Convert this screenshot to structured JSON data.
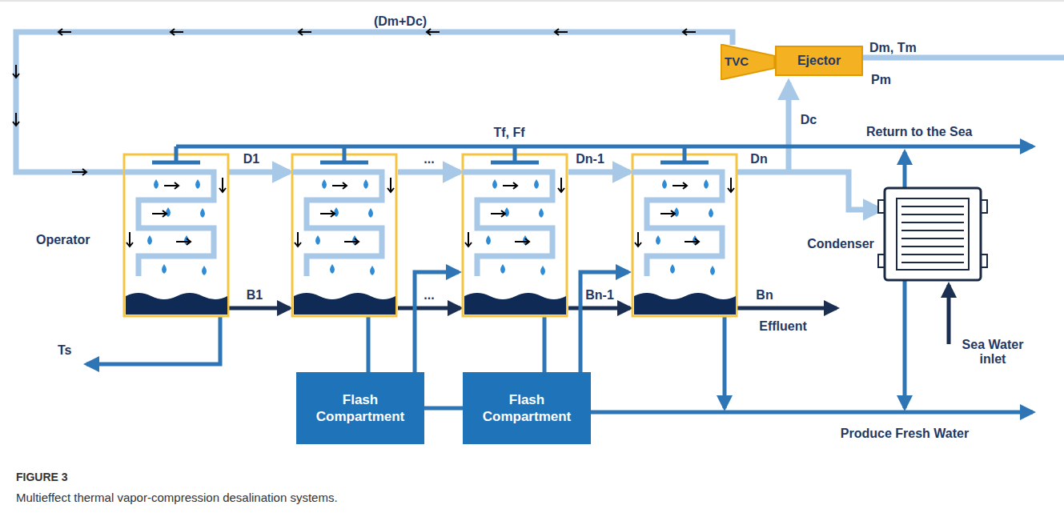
{
  "diagram": {
    "caption": "Multieffect thermal vapor-compression desalination systems.",
    "nodes": [
      {
        "text": [
          "TVC"
        ]
      },
      {
        "text": [
          "Ejector"
        ]
      },
      {
        "text": [
          "Flash Compartment"
        ]
      },
      {
        "text": [
          "Flash Compartment"
        ]
      }
    ],
    "edges": [
      {
        "from": 2,
        "to": 3,
        "arrow": "none"
      }
    ],
    "labels": [
      "(Dm+Dc)",
      "Dm, Tm",
      "Pm",
      "Tf, Ff",
      "Return to the Sea",
      "D1",
      "...",
      "Dn-1",
      "Dn",
      "Dc",
      "Operator",
      "Condenser",
      "B1",
      "...",
      "Bn-1",
      "Bn",
      "Effluent",
      "Ts",
      "Sea Water inlet",
      "Produce Fresh Water",
      "FIGURE 3"
    ]
  }
}
